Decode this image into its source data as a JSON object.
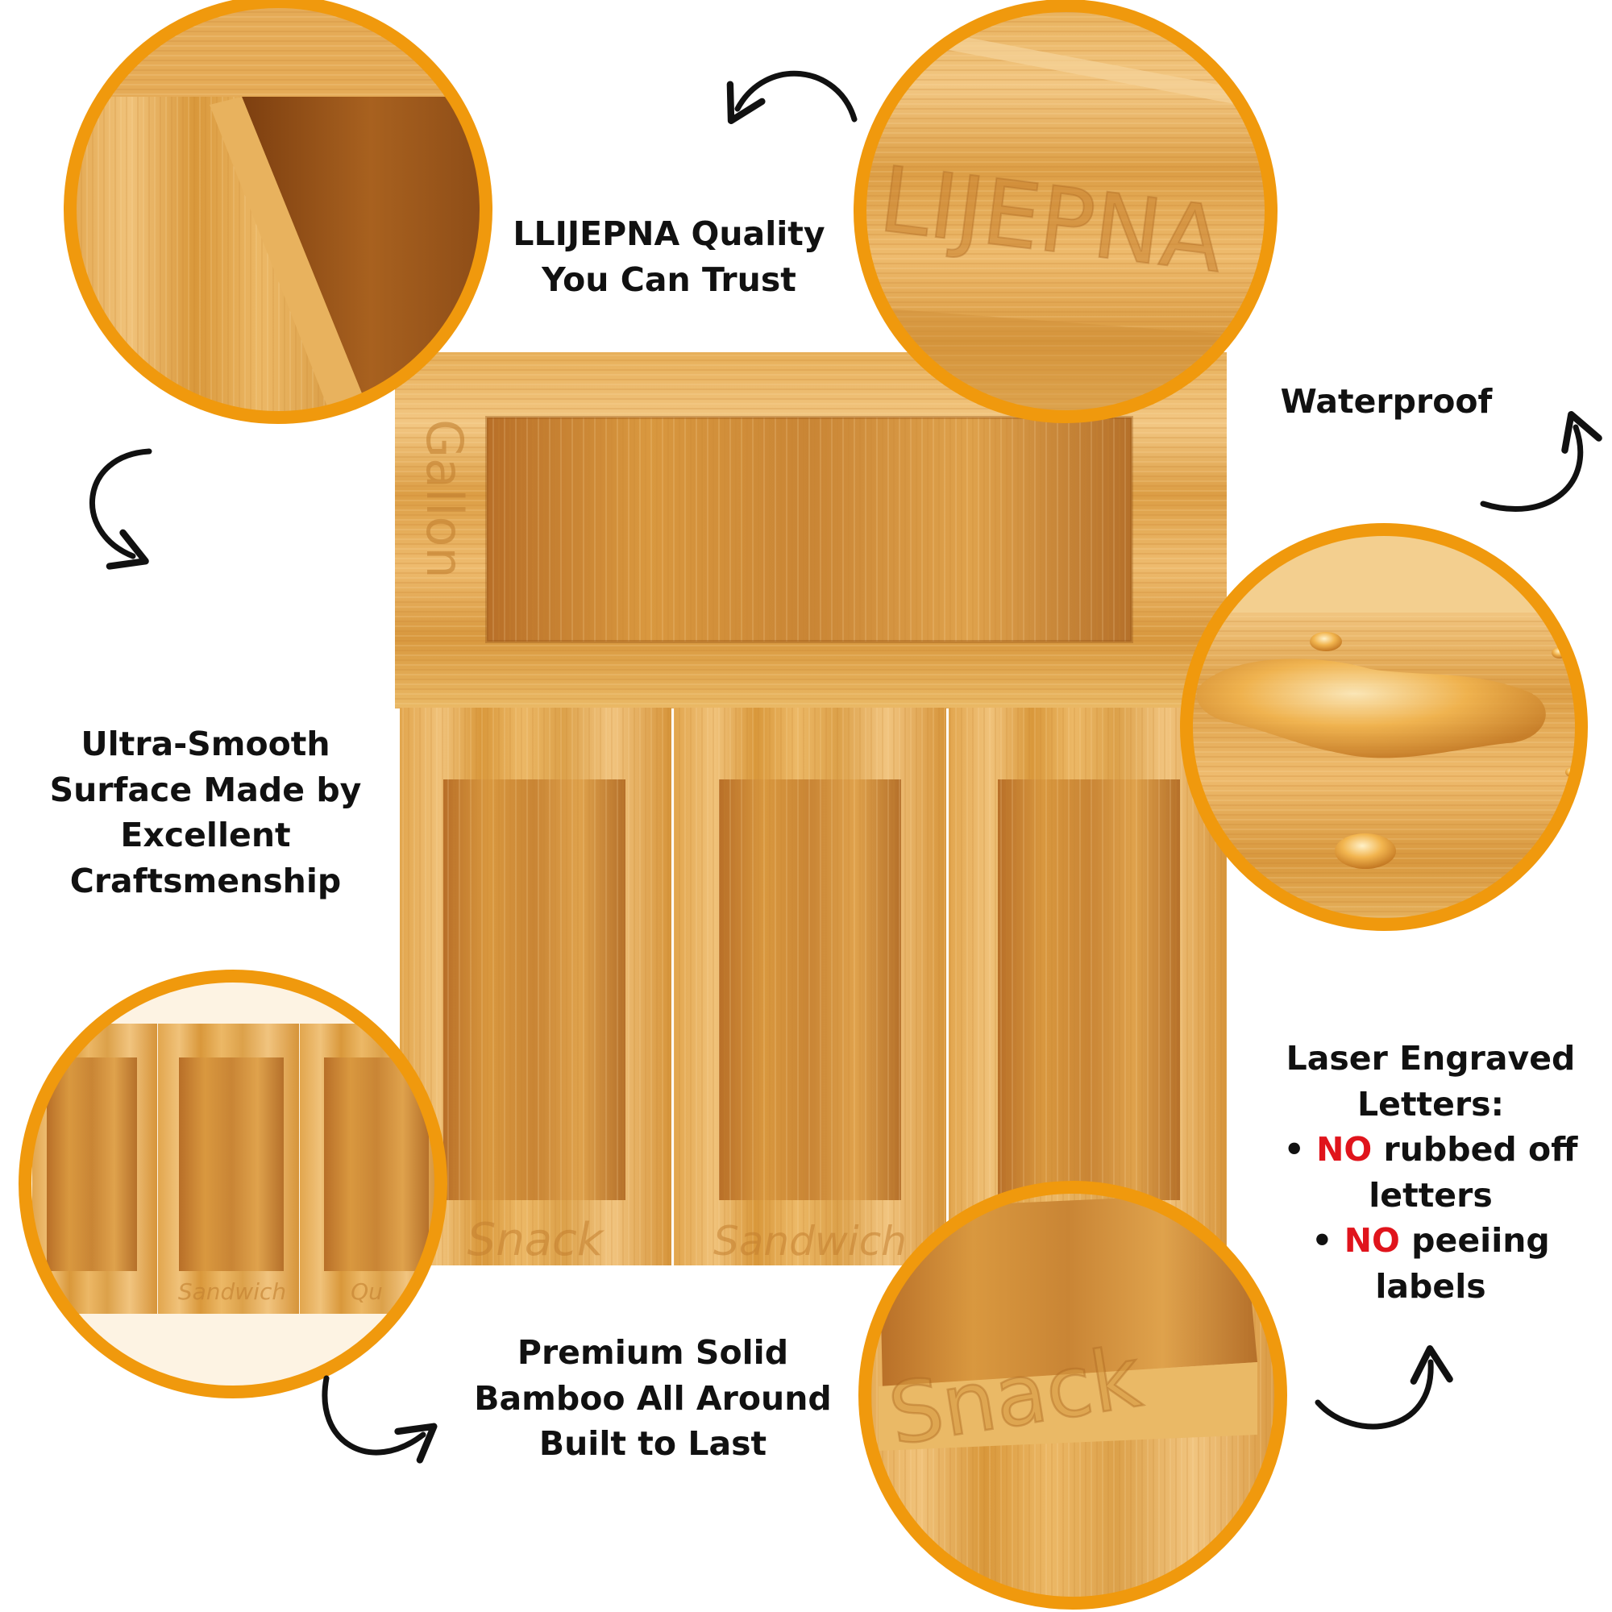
{
  "colors": {
    "ring": "#f0990d",
    "wood_light": "#eab966",
    "wood_mid": "#d99a3c",
    "wood_dark": "#9b5a1c",
    "arrow": "#111111",
    "highlight": "#e0141c"
  },
  "engravings": {
    "brand": "LIJEPNA",
    "gallon": "Gallon",
    "snack": "Snack",
    "sandwich": "Sandwich",
    "quart": "Qu"
  },
  "callouts": {
    "quality": {
      "lines": [
        "LLIJEPNA Quality",
        "You Can Trust"
      ]
    },
    "waterproof": {
      "lines": [
        "Waterproof"
      ]
    },
    "smooth": {
      "lines": [
        "Ultra-Smooth",
        "Surface Made by",
        "Excellent",
        "Craftsmenship"
      ]
    },
    "bamboo": {
      "lines": [
        "Premium Solid",
        "Bamboo All Around",
        "Built to Last"
      ]
    },
    "laser": {
      "title1": "Laser Engraved",
      "title2": "Letters:",
      "bullet": "•",
      "no": "NO",
      "bullet1_rest": "rubbed off",
      "bullet1_cont": "letters",
      "bullet2_rest": "peeiing",
      "bullet2_cont": "labels"
    }
  }
}
